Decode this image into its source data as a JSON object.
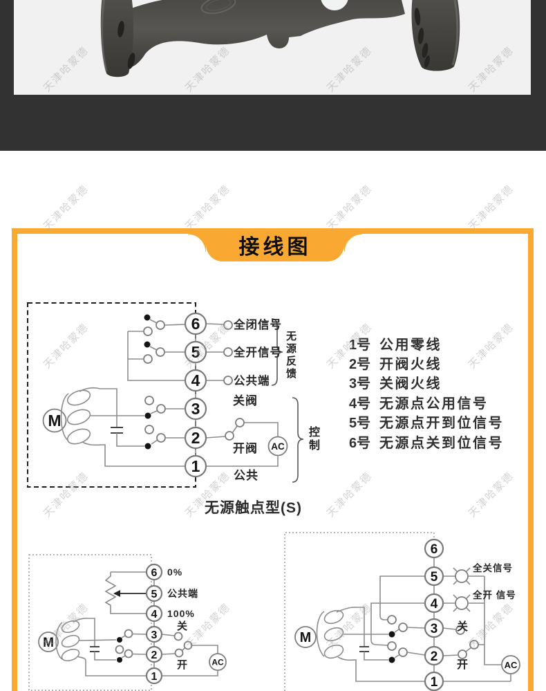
{
  "watermark": {
    "text": "天津哈蒙德"
  },
  "colors": {
    "accent_orange": "#F9A832",
    "frame_dark": "#323232",
    "photo_bg": "#F1F1F2"
  },
  "photo": {
    "subject_icon": "flanged-valve-photo"
  },
  "banner": {
    "title": "接线图"
  },
  "main_diagram": {
    "motor_label": "M",
    "ac_label": "AC",
    "terminals": [
      "6",
      "5",
      "4",
      "3",
      "2",
      "1"
    ],
    "labels": {
      "t6": "全闭信号",
      "t5": "全开信号",
      "t4": "公共端",
      "t3": "关阀",
      "t2": "开阀",
      "t1": "公共"
    },
    "bracket_feedback": "无源反馈",
    "bracket_control": "控制",
    "caption": "无源触点型(S)"
  },
  "terminal_list": {
    "items": [
      {
        "no": "1号",
        "desc": "公用零线"
      },
      {
        "no": "2号",
        "desc": "开阀火线"
      },
      {
        "no": "3号",
        "desc": "关阀火线"
      },
      {
        "no": "4号",
        "desc": "无源点公用信号"
      },
      {
        "no": "5号",
        "desc": "无源点开到位信号"
      },
      {
        "no": "6号",
        "desc": "无源点关到位信号"
      }
    ]
  },
  "pot_diagram": {
    "motor_label": "M",
    "ac_label": "AC",
    "terminals": [
      "6",
      "5",
      "4",
      "3",
      "2",
      "1"
    ],
    "labels": {
      "t6": "0%",
      "t5": "公共端",
      "t4": "100%",
      "t3": "关",
      "t2": "开"
    }
  },
  "lamp_diagram": {
    "motor_label": "M",
    "ac_label": "AC",
    "terminals": [
      "6",
      "5",
      "4",
      "3",
      "2",
      "1"
    ],
    "labels": {
      "t5": "全关信号",
      "t4": "全开 信号",
      "t3": "关",
      "t2": "开"
    }
  }
}
